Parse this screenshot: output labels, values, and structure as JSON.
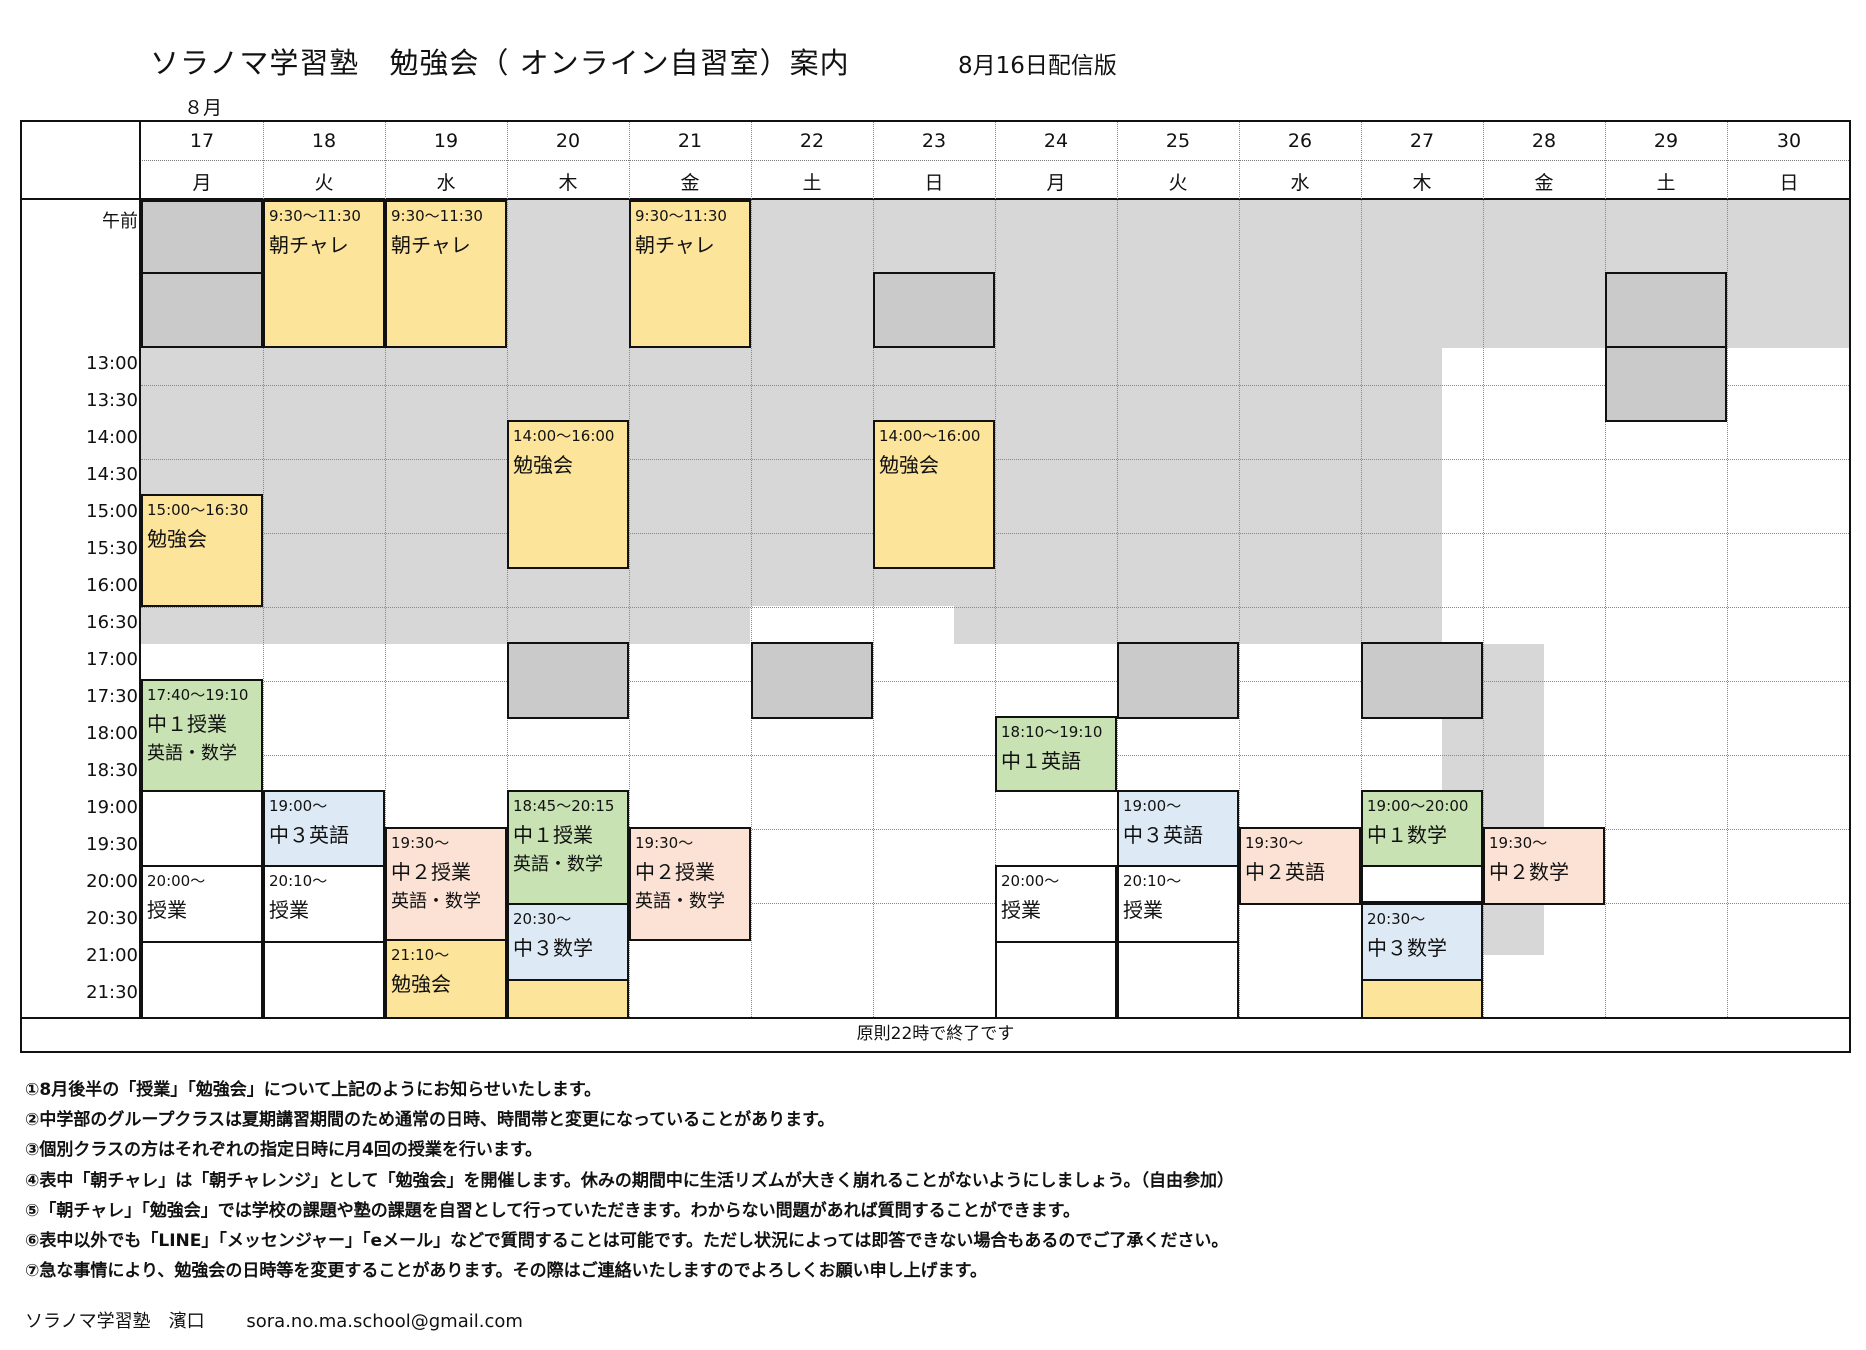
{
  "title": "ソラノマ学習塾　勉強会（ オンライン自習室）案内",
  "edition": "8月16日配信版",
  "month": "８月",
  "days": [
    {
      "num": "17",
      "wday": "月"
    },
    {
      "num": "18",
      "wday": "火"
    },
    {
      "num": "19",
      "wday": "水"
    },
    {
      "num": "20",
      "wday": "木"
    },
    {
      "num": "21",
      "wday": "金"
    },
    {
      "num": "22",
      "wday": "土"
    },
    {
      "num": "23",
      "wday": "日"
    },
    {
      "num": "24",
      "wday": "月"
    },
    {
      "num": "25",
      "wday": "火"
    },
    {
      "num": "26",
      "wday": "水"
    },
    {
      "num": "27",
      "wday": "木"
    },
    {
      "num": "28",
      "wday": "金"
    },
    {
      "num": "29",
      "wday": "土"
    },
    {
      "num": "30",
      "wday": "日"
    }
  ],
  "time_labels": [
    "午前",
    "13:00",
    "13:30",
    "14:00",
    "14:30",
    "15:00",
    "15:30",
    "16:00",
    "16:30",
    "17:00",
    "17:30",
    "18:00",
    "18:30",
    "19:00",
    "19:30",
    "20:00",
    "20:30",
    "21:00",
    "21:30"
  ],
  "events": [
    {
      "time": "9:30～11:30",
      "name": "朝チャレ",
      "sub": ""
    },
    {
      "time": "9:30～11:30",
      "name": "朝チャレ",
      "sub": ""
    },
    {
      "time": "9:30～11:30",
      "name": "朝チャレ",
      "sub": ""
    },
    {
      "time": "14:00～16:00",
      "name": "勉強会",
      "sub": ""
    },
    {
      "time": "14:00～16:00",
      "name": "勉強会",
      "sub": ""
    },
    {
      "time": "15:00～16:30",
      "name": "勉強会",
      "sub": ""
    },
    {
      "time": "17:40～19:10",
      "name": "中１授業",
      "sub": "英語・数学"
    },
    {
      "time": "18:10～19:10",
      "name": "中１英語",
      "sub": ""
    },
    {
      "time": "19:00～",
      "name": "中３英語",
      "sub": ""
    },
    {
      "time": "19:30～",
      "name": "中２授業",
      "sub": "英語・数学"
    },
    {
      "time": "18:45～20:15",
      "name": "中１授業",
      "sub": "英語・数学"
    },
    {
      "time": "19:30～",
      "name": "中２授業",
      "sub": "英語・数学"
    },
    {
      "time": "19:00～",
      "name": "中３英語",
      "sub": ""
    },
    {
      "time": "19:30～",
      "name": "中２英語",
      "sub": ""
    },
    {
      "time": "19:00～20:00",
      "name": "中１数学",
      "sub": ""
    },
    {
      "time": "19:30～",
      "name": "中２数学",
      "sub": ""
    },
    {
      "time": "20:00～",
      "name": "授業",
      "sub": ""
    },
    {
      "time": "20:10～",
      "name": "授業",
      "sub": ""
    },
    {
      "time": "20:00～",
      "name": "授業",
      "sub": ""
    },
    {
      "time": "20:10～",
      "name": "授業",
      "sub": ""
    },
    {
      "time": "20:30～",
      "name": "中３数学",
      "sub": ""
    },
    {
      "time": "20:30～",
      "name": "中３数学",
      "sub": ""
    },
    {
      "time": "21:10～",
      "name": "勉強会",
      "sub": ""
    }
  ],
  "footer": "原則22時で終了です",
  "notes": [
    "①8月後半の「授業」「勉強会」について上記のようにお知らせいたします。",
    "②中学部のグループクラスは夏期講習期間のため通常の日時、時間帯と変更になっていることがあります。",
    "③個別クラスの方はそれぞれの指定日時に月4回の授業を行います。",
    "④表中「朝チャレ」は「朝チャレンジ」として「勉強会」を開催します。休みの期間中に生活リズムが大きく崩れることがないようにしましょう。（自由参加）",
    "⑤「朝チャレ」「勉強会」では学校の課題や塾の課題を自習として行っていただきます。わからない問題があれば質問することができます。",
    "⑥表中以外でも「LINE」「メッセンジャー」「eメール」などで質問することは可能です。ただし状況によっては即答できない場合もあるのでご了承ください。",
    "⑦急な事情により、勉強会の日時等を変更することがあります。その際はご連絡いたしますのでよろしくお願い申し上げます。"
  ],
  "signature": {
    "school": "ソラノマ学習塾　濱口",
    "email": "sora.no.ma.school@gmail.com"
  }
}
